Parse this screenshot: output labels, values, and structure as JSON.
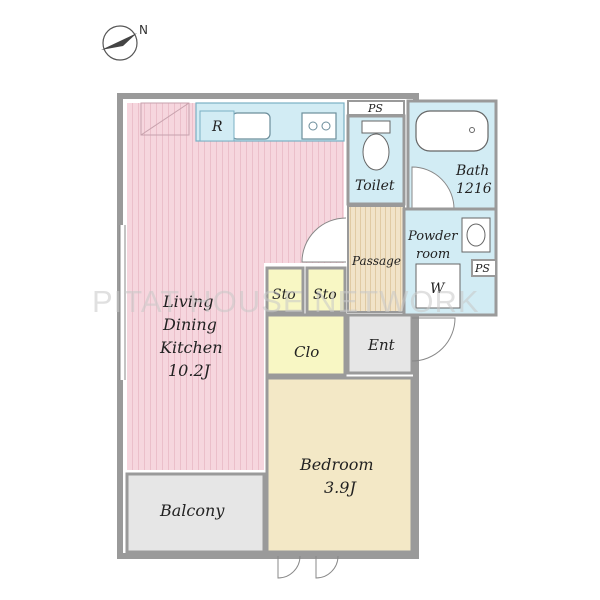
{
  "compass": {
    "label": "N",
    "icon": "north-arrow-icon"
  },
  "watermark": "PITAT HOUSE NETWORK",
  "rooms": {
    "ldk": {
      "line1": "Living",
      "line2": "Dining",
      "line3": "Kitchen",
      "size": "10.2J"
    },
    "bedroom": {
      "name": "Bedroom",
      "size": "3.9J"
    },
    "balcony": "Balcony",
    "toilet": "Toilet",
    "bath": {
      "name": "Bath",
      "size": "1216"
    },
    "powder": {
      "line1": "Powder",
      "line2": "room"
    },
    "washer": "W",
    "passage": "Passage",
    "sto1": "Sto",
    "sto2": "Sto",
    "clo": "Clo",
    "entrance": "Ent",
    "ps_top": "PS",
    "ps_side": "PS",
    "fridge": "R"
  },
  "colors": {
    "ldk": "#f6d6de",
    "bedroom": "#f3e8c6",
    "closet": "#f8f7c4",
    "wet": "#d2ecf4",
    "balcony": "#e6e6e6",
    "entrance": "#e6e6e6",
    "passage": "#f1e3c8",
    "wall": "#9a9a9a"
  }
}
